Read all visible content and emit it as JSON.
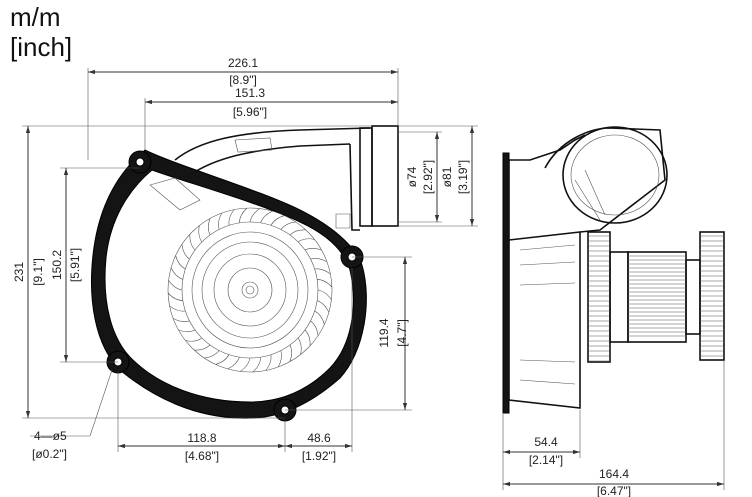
{
  "units": {
    "metric": "m/m",
    "imperial": "[inch]"
  },
  "front_view": {
    "width_overall": {
      "mm": "226.1",
      "inch": "[8.9\"]"
    },
    "width_upper": {
      "mm": "151.3",
      "inch": "[5.96\"]"
    },
    "height_overall": {
      "mm": "231",
      "inch": "[9.1\"]"
    },
    "height_holes": {
      "mm": "150.2",
      "inch": "[5.91\"]"
    },
    "height_right": {
      "mm": "119.4",
      "inch": "[4.7\"]"
    },
    "outlet_inner": {
      "mm": "ø74",
      "inch": "[2.92\"]"
    },
    "outlet_outer": {
      "mm": "ø81",
      "inch": "[3.19\"]"
    },
    "holes": {
      "mm": "4—ø5",
      "inch": "[ø0.2\"]"
    },
    "bottom_left": {
      "mm": "118.8",
      "inch": "[4.68\"]"
    },
    "bottom_right": {
      "mm": "48.6",
      "inch": "[1.92\"]"
    }
  },
  "side_view": {
    "depth_housing": {
      "mm": "54.4",
      "inch": "[2.14\"]"
    },
    "depth_overall": {
      "mm": "164.4",
      "inch": "[6.47\"]"
    }
  }
}
